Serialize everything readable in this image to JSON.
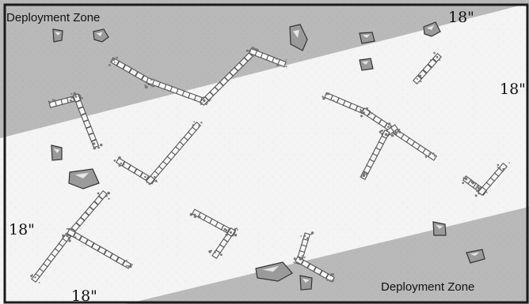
{
  "map": {
    "deployment_zone_top": "Deployment Zone",
    "deployment_zone_bottom": "Deployment Zone",
    "measurements": {
      "top_right": "18\"",
      "right": "18\"",
      "left": "18\"",
      "bottom": "18\""
    },
    "colors": {
      "deployment_zone": "#b9b9b9",
      "no_mans_land": "#f4f4f4",
      "wall_fill": "#f7f7f7",
      "wall_stroke": "#555555",
      "rock_fill": "#9a9a9a",
      "border": "#1b1b1b"
    }
  }
}
